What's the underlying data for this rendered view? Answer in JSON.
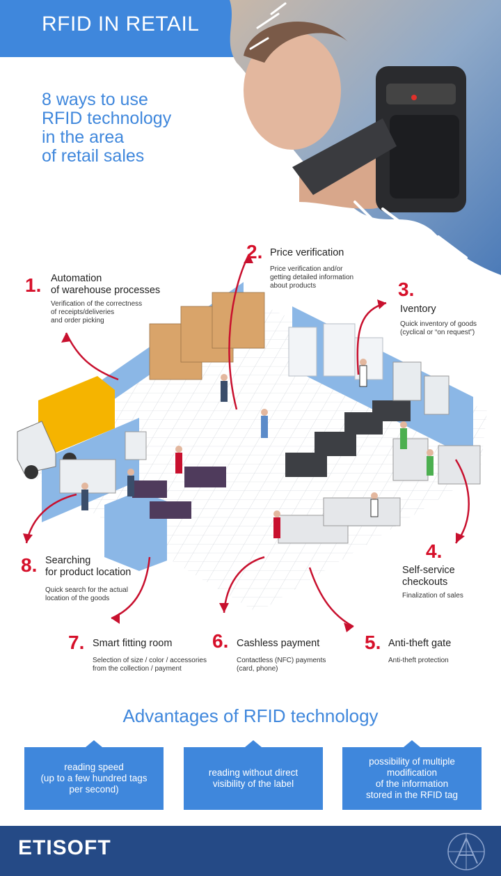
{
  "header": {
    "title": "RFID IN RETAIL",
    "bar_color": "#3f87dc"
  },
  "intro": {
    "subtitle": "8 ways to use\nRFID technology\nin the area\nof retail sales"
  },
  "steps": [
    {
      "number": "1.",
      "title": "Automation\nof warehouse processes",
      "description": "Verification of the correctness\nof receipts/deliveries\nand order picking"
    },
    {
      "number": "2.",
      "title": "Price verification",
      "description": "Price verification and/or\ngetting detailed information\nabout products"
    },
    {
      "number": "3.",
      "title": "Iventory",
      "description": "Quick inventory of goods\n(cyclical or “on request”)"
    },
    {
      "number": "4.",
      "title": "Self-service\ncheckouts",
      "description": "Finalization of sales"
    },
    {
      "number": "5.",
      "title": "Anti-theft gate",
      "description": "Anti-theft protection"
    },
    {
      "number": "6.",
      "title": "Cashless payment",
      "description": "Contactless (NFC) payments\n(card, phone)"
    },
    {
      "number": "7.",
      "title": "Smart fitting room",
      "description": "Selection of size / color / accessories\nfrom the collection / payment"
    },
    {
      "number": "8.",
      "title": "Searching\nfor product location",
      "description": "Quick search for the actual\nlocation of the goods"
    }
  ],
  "advantages": {
    "title": "Advantages of RFID technology",
    "items": [
      "reading speed\n(up to a few hundred tags\nper second)",
      "reading without direct\nvisibility of the label",
      "possibility of multiple\nmodification\nof the information\nstored in the RFID tag"
    ]
  },
  "footer": {
    "brand": "ETISOFT",
    "bar_color": "#254a86"
  },
  "colors": {
    "accent": "#3f87dc",
    "number_red": "#d6102a",
    "arrow_red": "#c8102e"
  }
}
